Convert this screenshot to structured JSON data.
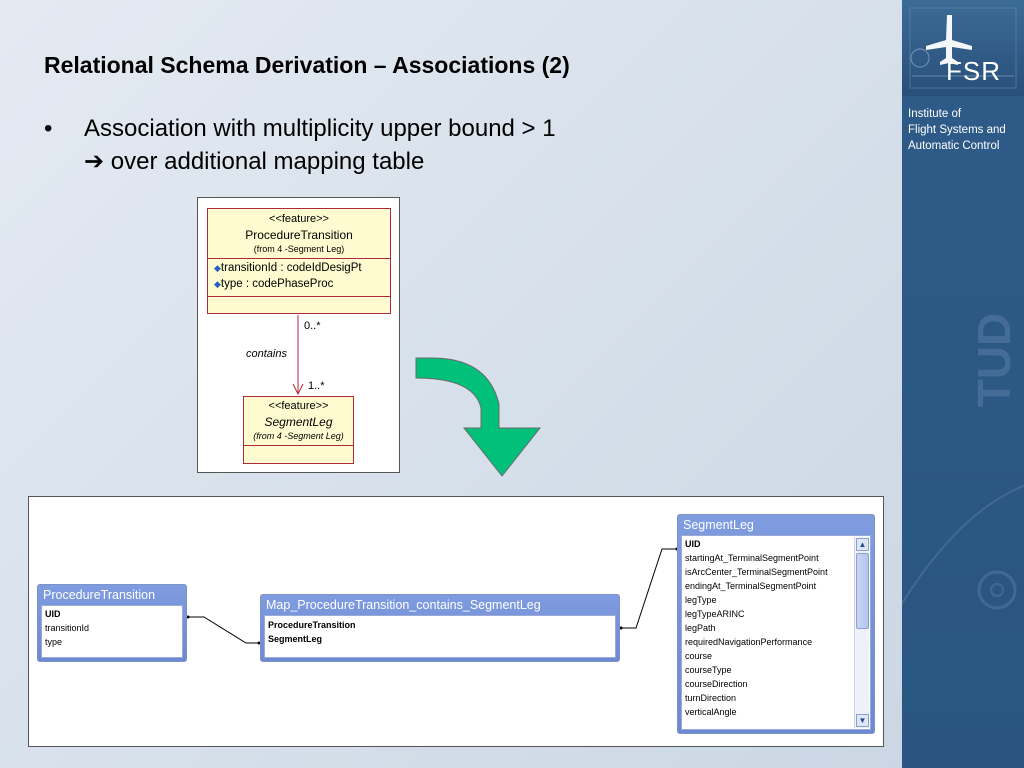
{
  "slide": {
    "title": "Relational Schema Derivation – Associations (2)",
    "bullet_symbol": "•",
    "bullet_line1": "Association with multiplicity upper bound > 1",
    "bullet_line2": "➔ over additional mapping table"
  },
  "sidebar": {
    "logo_text": "FSR",
    "institute_line1": "Institute of",
    "institute_line2": "Flight Systems and",
    "institute_line3": "Automatic Control",
    "tud_text": "TUD"
  },
  "uml": {
    "source_class": {
      "stereotype": "<<feature>>",
      "name": "ProcedureTransition",
      "from": "(from 4 -Segment Leg)",
      "attributes": [
        "transitionId : codeIdDesigPt",
        "type : codePhaseProc"
      ]
    },
    "association_label": "contains",
    "source_multiplicity": "0..*",
    "target_multiplicity": "1..*",
    "target_class": {
      "stereotype": "<<feature>>",
      "name": "SegmentLeg",
      "from": "(from 4 -Segment Leg)"
    }
  },
  "db_schema": {
    "procedure_transition": {
      "name": "ProcedureTransition",
      "fields": [
        "UID",
        "transitionId",
        "type"
      ]
    },
    "mapping_table": {
      "name": "Map_ProcedureTransition_contains_SegmentLeg",
      "fields": [
        "ProcedureTransition",
        "SegmentLeg"
      ]
    },
    "segment_leg": {
      "name": "SegmentLeg",
      "fields": [
        "UID",
        "startingAt_TerminalSegmentPoint",
        "isArcCenter_TerminalSegmentPoint",
        "endingAt_TerminalSegmentPoint",
        "legType",
        "legTypeARINC",
        "legPath",
        "requiredNavigationPerformance",
        "course",
        "courseType",
        "courseDirection",
        "turnDirection",
        "verticalAngle"
      ]
    }
  },
  "colors": {
    "sidebar": "#2e5b88",
    "uml_fill": "#fffbd0",
    "uml_border": "#b0283c",
    "arrow_green": "#00c07a",
    "table_header": "#7f9ce0"
  }
}
